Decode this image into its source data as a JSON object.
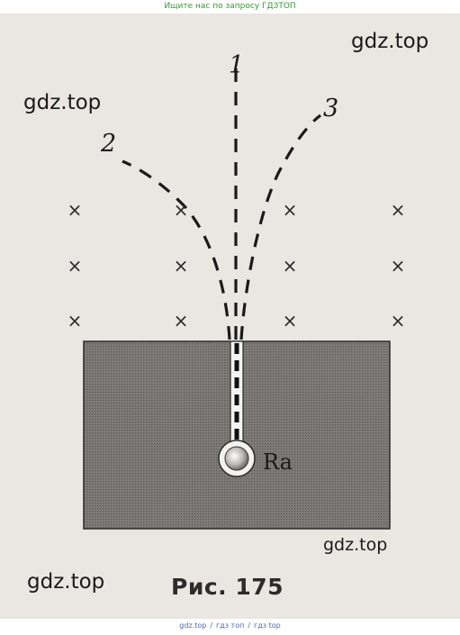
{
  "banner": {
    "top_text": "Ищите нас по запросу ГДЗТОП"
  },
  "footer": {
    "links": [
      "gdz.top",
      "гдз топ",
      "гдз top"
    ]
  },
  "watermarks": [
    "gdz.top",
    "gdz.top",
    "gdz.top",
    "gdz.top"
  ],
  "diagram": {
    "ray_labels": [
      "1",
      "2",
      "3"
    ],
    "source_label": "Ra",
    "field_marker": "×",
    "caption": "Рис. 175"
  },
  "colors": {
    "background": "#eae6e2",
    "block": "#767370",
    "line": "#222222",
    "banner_text": "#2e9e2e",
    "footer_text": "#4a67b0"
  }
}
